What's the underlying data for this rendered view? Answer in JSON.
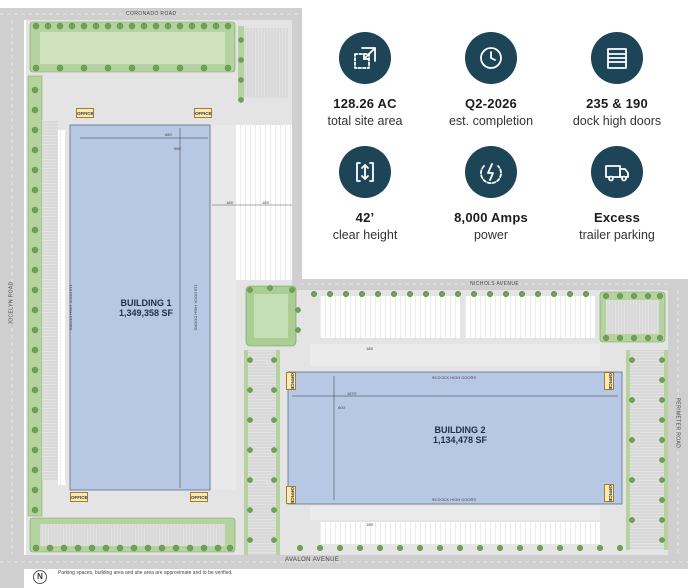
{
  "site_plan": {
    "roads": {
      "coronado": "CORONADO ROAD",
      "nichols": "NICHOLS AVENUE",
      "avalon": "AVALON AVENUE",
      "jocelyn": "JOCELYN ROAD",
      "perimeter": "PERIMETER ROAD"
    },
    "building1": {
      "name": "BUILDING 1",
      "sf": "1,349,358 SF",
      "doors": "118 DOCK HIGH DOORS"
    },
    "building2": {
      "name": "BUILDING 2",
      "sf": "1,134,478 SF",
      "doors": "95 DOCK HIGH DOORS"
    },
    "office_label": "OFFICE",
    "dims": {
      "b1_width": "680'",
      "b1_depth": "560'",
      "truck_court": "185'",
      "truck_court_b": "185'",
      "b2_width": "1570'",
      "b2_depth": "600'",
      "b2_court_top": "185'",
      "b2_court_bottom": "185'"
    },
    "compass": "N",
    "footnote": "Parking spaces, building area and site area are approximate and to be verified."
  },
  "stats": [
    {
      "icon": "expand-icon",
      "value": "128.26 AC",
      "label": "total site area"
    },
    {
      "icon": "clock-icon",
      "value": "Q2-2026",
      "label": "est. completion"
    },
    {
      "icon": "door-icon",
      "value": "235 & 190",
      "label": "dock high doors"
    },
    {
      "icon": "height-icon",
      "value": "42’",
      "label": "clear height"
    },
    {
      "icon": "power-icon",
      "value": "8,000 Amps",
      "label": "power"
    },
    {
      "icon": "truck-icon",
      "value": "Excess",
      "label": "trailer parking"
    }
  ],
  "colors": {
    "icon_bg": "#1d4457",
    "building": "#b6c8e4",
    "grass": "#9fc58a",
    "tree": "#6fa257",
    "pavement": "#d4d4d4",
    "road": "#c9c9c9"
  }
}
